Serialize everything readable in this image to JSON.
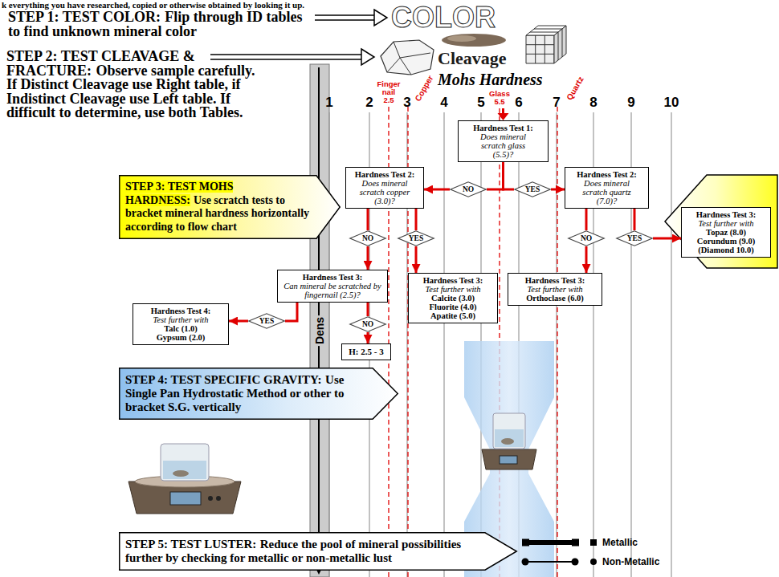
{
  "diagram": {
    "nodes": [
      {
        "text": [
          "STEP 3: TEST MOHS HARDNESS:",
          "Use scratch tests to bracket mineral hardness horizontally according to flow chart"
        ]
      },
      {
        "text": [
          "Hardness Test 1:",
          "Does mineral scratch glass (5.5)?"
        ]
      },
      {
        "text": [
          "Hardness Test 2:",
          "Does mineral scratch copper (3.0)?"
        ]
      },
      {
        "text": [
          "NO"
        ]
      },
      {
        "text": [
          "YES"
        ]
      },
      {
        "text": [
          "Hardness Test 2:",
          "Does mineral scratch quartz (7.0)?"
        ]
      },
      {
        "text": [
          "Hardness Test 3:",
          "Test further with",
          "Topaz (8.0) Corundum (9.0) (Diamond 10.0)"
        ]
      },
      {
        "text": [
          "NO"
        ]
      },
      {
        "text": [
          "YES"
        ]
      },
      {
        "text": [
          "NO"
        ]
      },
      {
        "text": [
          "YES"
        ]
      },
      {
        "text": [
          "Hardness Test 3:",
          "Can mineral be scratched by fingernail (2.5)?"
        ]
      },
      {
        "text": [
          "Hardness Test 3:",
          "Test further with",
          "Calcite (3.0) Fluorite (4.0) Apatite (5.0)"
        ]
      },
      {
        "text": [
          "Hardness Test 3:",
          "Test further with",
          "Orthoclase (6.0)"
        ]
      },
      {
        "text": [
          "Hardness Test 4:",
          "Test further with",
          "Talc (1.0) Gypsum (2.0)"
        ]
      },
      {
        "text": [
          "YES"
        ]
      },
      {
        "text": [
          "NO"
        ]
      },
      {
        "text": [
          "H: 2.5 - 3"
        ]
      },
      {
        "text": [
          "STEP 4: TEST SPECIFIC GRAVITY:",
          "Use Single Pan Hydrostatic Method or other to bracket S.G. vertically"
        ]
      },
      {
        "text": [
          "STEP 5: TEST LUSTER:",
          "Reduce the pool of mineral possibilities further by checking for metallic or non-metallic lust"
        ]
      }
    ],
    "edges": [
      {
        "from": 1,
        "to": 3,
        "arrow": "none"
      },
      {
        "from": 3,
        "to": 2,
        "arrow": "to"
      },
      {
        "from": 1,
        "to": 4,
        "arrow": "none"
      },
      {
        "from": 4,
        "to": 5,
        "arrow": "to"
      },
      {
        "from": 2,
        "to": 7,
        "arrow": "none"
      },
      {
        "from": 7,
        "to": 11,
        "arrow": "to"
      },
      {
        "from": 2,
        "to": 8,
        "arrow": "none"
      },
      {
        "from": 8,
        "to": 12,
        "arrow": "to"
      },
      {
        "from": 5,
        "to": 9,
        "arrow": "none"
      },
      {
        "from": 9,
        "to": 13,
        "arrow": "to"
      },
      {
        "from": 5,
        "to": 10,
        "arrow": "none"
      },
      {
        "from": 10,
        "to": 6,
        "arrow": "to"
      },
      {
        "from": 11,
        "to": 15,
        "arrow": "none"
      },
      {
        "from": 15,
        "to": 14,
        "arrow": "to"
      },
      {
        "from": 11,
        "to": 16,
        "arrow": "none"
      },
      {
        "from": 16,
        "to": 17,
        "arrow": "to"
      }
    ],
    "labels": [
      "k everything you have researched, copied or otherwise obtained by looking it up.",
      "STEP 1: TEST COLOR:",
      "Flip through ID tables to find unknown mineral color",
      "COLOR",
      "STEP 2: TEST CLEAVAGE & FRACTURE:",
      "Observe sample carefully. If Distinct Cleavage use Right table, if Indistinct Cleavage use Left table. If difficult to determine, use both Tables.",
      "Cleavage",
      "Mohs Hardness",
      "Finger nail 2.5",
      "Copper",
      "Glass 5.5",
      "Quartz",
      "1",
      "2",
      "3",
      "4",
      "5",
      "6",
      "7",
      "8",
      "9",
      "10",
      "Dens"
    ],
    "legend": [
      {
        "text": "Metallic"
      },
      {
        "text": "Non-Metallic"
      }
    ]
  }
}
